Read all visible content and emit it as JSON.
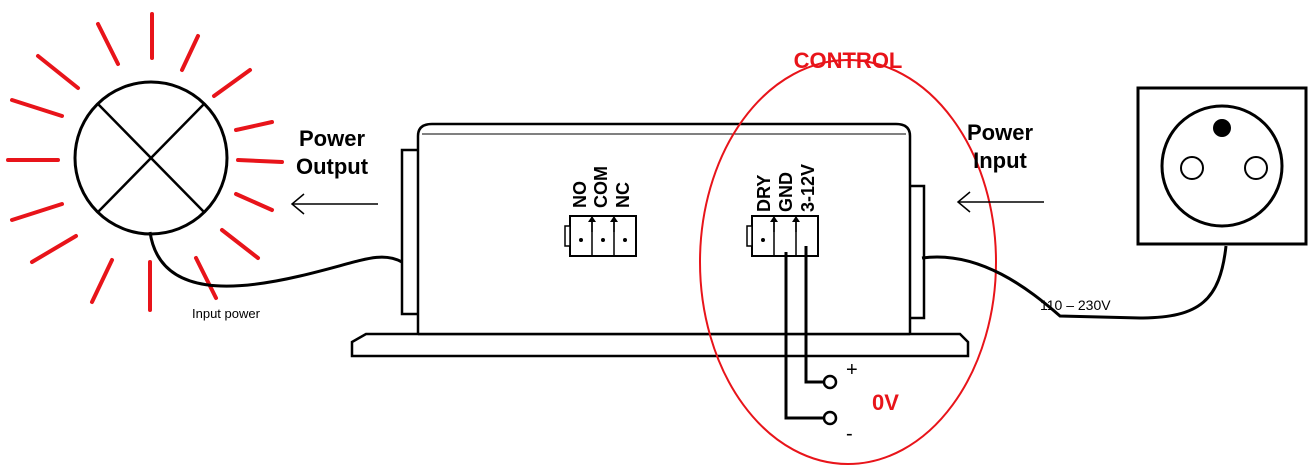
{
  "labels": {
    "control": "CONTROL",
    "power_output_line1": "Power",
    "power_output_line2": "Output",
    "power_input_line1": "Power",
    "power_input_line2": "Input",
    "input_power": "Input power",
    "voltage_range": "110 – 230V",
    "zero_volt": "0V",
    "plus": "+",
    "minus": "-"
  },
  "relay_terminals": {
    "no": "NO",
    "com": "COM",
    "nc": "NC"
  },
  "control_terminals": {
    "dry": "DRY",
    "gnd": "GND",
    "v312": "3-12V"
  },
  "colors": {
    "accent_red": "#e8141a",
    "line": "#000000"
  }
}
